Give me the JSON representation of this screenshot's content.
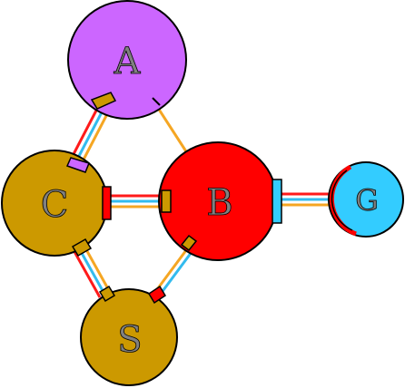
{
  "colors": {
    "red": "#ff1a1a",
    "blue": "#33bbee",
    "orange": "#f5a623",
    "purple": "#cc66ff",
    "gold": "#cc9900",
    "bright_red": "#ff0000",
    "cyan": "#33ccff"
  },
  "nodes": {
    "A": {
      "label": "A"
    },
    "B": {
      "label": "B"
    },
    "C": {
      "label": "C"
    },
    "S": {
      "label": "S"
    },
    "G": {
      "label": "G"
    }
  }
}
